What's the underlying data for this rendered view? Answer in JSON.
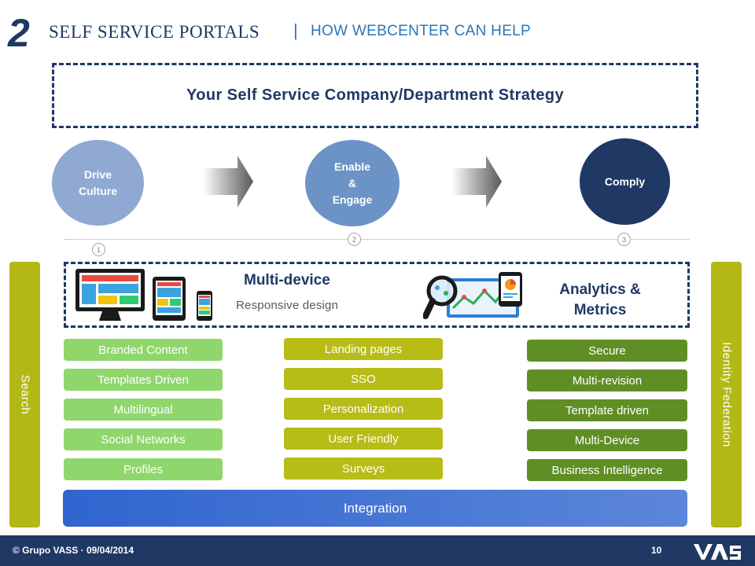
{
  "header": {
    "number": "2",
    "title": "SELF SERVICE PORTALS",
    "separator": "|",
    "subtitle": "HOW WEBCENTER CAN HELP"
  },
  "strategy": {
    "text": "Your Self Service Company/Department Strategy"
  },
  "stages": [
    {
      "label": "Drive\nCulture",
      "badge": "1"
    },
    {
      "label": "Enable\n&\nEngage",
      "badge": "2"
    },
    {
      "label": "Comply",
      "badge": "3"
    }
  ],
  "sidebars": {
    "left": "Search",
    "right": "Identity Federation"
  },
  "multidevice": {
    "title": "Multi-device",
    "subtitle": "Responsive design"
  },
  "analytics": {
    "title": "Analytics & Metrics"
  },
  "columns": {
    "left": [
      "Branded Content",
      "Templates Driven",
      "Multilingual",
      "Social Networks",
      "Profiles"
    ],
    "middle": [
      "Landing pages",
      "SSO",
      "Personalization",
      "User Friendly",
      "Surveys"
    ],
    "right": [
      "Secure",
      "Multi-revision",
      "Template driven",
      "Multi-Device",
      "Business Intelligence"
    ]
  },
  "integration": "Integration",
  "footer": {
    "copyright": "© Grupo VASS · 09/04/2014",
    "page": "10",
    "logo": "VASS"
  },
  "colors": {
    "navy": "#1f3864",
    "accent_blue": "#2e75b6",
    "light_green": "#8fd66d",
    "olive": "#b7bc16",
    "dark_green": "#5f8f24",
    "integration_blue": "#3065cf"
  }
}
